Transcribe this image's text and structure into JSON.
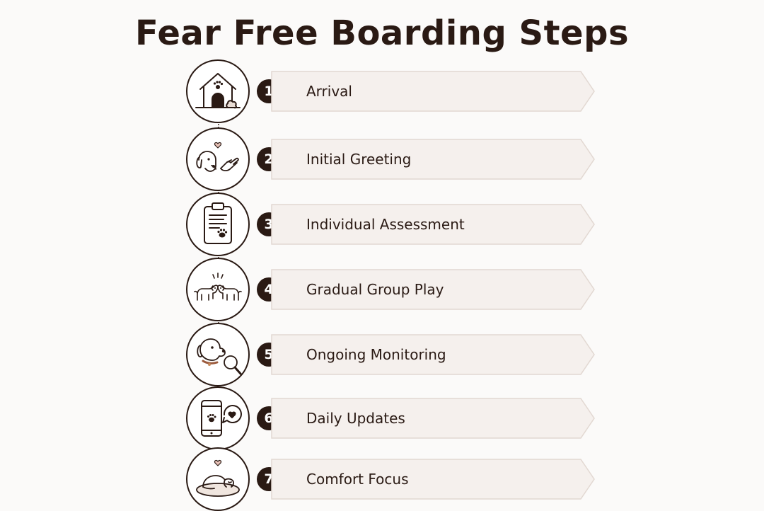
{
  "title": "Fear Free Boarding Steps",
  "colors": {
    "ink": "#2a1a14",
    "label_fill": "#f5f0ed",
    "label_border": "#e2d8d2",
    "background": "#fbfaf9"
  },
  "steps": [
    {
      "number": "1",
      "label": "Arrival",
      "icon": "dog-house-icon"
    },
    {
      "number": "2",
      "label": "Initial Greeting",
      "icon": "dog-hand-greeting-icon"
    },
    {
      "number": "3",
      "label": "Individual Assessment",
      "icon": "clipboard-paw-icon"
    },
    {
      "number": "4",
      "label": "Gradual Group Play",
      "icon": "two-dogs-playing-icon"
    },
    {
      "number": "5",
      "label": "Ongoing Monitoring",
      "icon": "dog-magnifier-icon"
    },
    {
      "number": "6",
      "label": "Daily Updates",
      "icon": "phone-message-icon"
    },
    {
      "number": "7",
      "label": "Comfort Focus",
      "icon": "sleeping-dog-bed-icon"
    }
  ]
}
